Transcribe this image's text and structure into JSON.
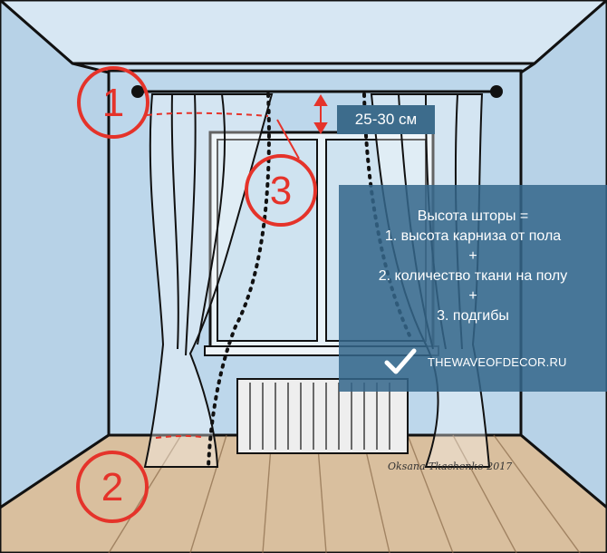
{
  "markers": [
    "1",
    "2",
    "3"
  ],
  "dimension_label": "25-30 см",
  "info_panel": {
    "lines": [
      "Высота шторы =",
      "1. высота карниза от пола",
      "+",
      "2. количество ткани на полу",
      "+",
      "3. подгибы"
    ],
    "site": "THEWAVEOFDECOR.RU",
    "icon": "checkmark-icon"
  },
  "signature": "Oksana Tkachenko 2017",
  "colors": {
    "wall": "#bcd6ea",
    "floor": "#d9bf9e",
    "marker": "#e5332a",
    "panel": "#34678a",
    "label": "#3d6c8c"
  }
}
